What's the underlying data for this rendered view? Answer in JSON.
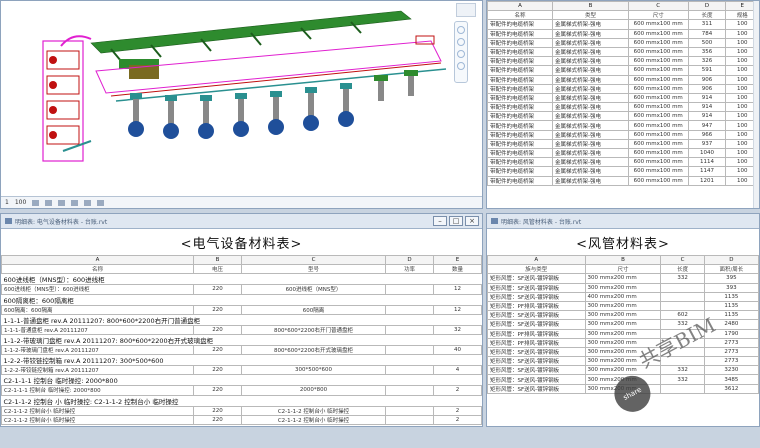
{
  "view3d": {
    "status_scale": "1",
    "status_zoom": "100"
  },
  "sched_bl": {
    "title_bar": "明细表: 电气设备材料表 - 台账.rvt",
    "title": "<电气设备材料表>",
    "letters": [
      "A",
      "B",
      "C",
      "D",
      "E"
    ],
    "headers": [
      "名称",
      "电压",
      "型号",
      "功率",
      "数量"
    ],
    "rows": [
      {
        "type": "grp",
        "text": "600进线柜（MNS型）：600进线柜"
      },
      {
        "type": "row",
        "cells": [
          "600进线柜（MNS型）：600进线柜",
          "220",
          "600进线柜（MNS型）",
          "",
          "12"
        ]
      },
      {
        "type": "grp",
        "text": "600隔离柜：600隔离柜"
      },
      {
        "type": "row",
        "cells": [
          "600隔离：600隔离",
          "220",
          "600隔离",
          "",
          "12"
        ]
      },
      {
        "type": "grp",
        "text": "1-1-1-普通盘柜 rev.A 20111207: 800*600*2200右开门普通盘柜"
      },
      {
        "type": "row",
        "cells": [
          "1-1-1-普通盘柜 rev.A 20111207",
          "220",
          "800*600*2200右开门普通盘柜",
          "",
          "32"
        ]
      },
      {
        "type": "grp",
        "text": "1-1-2-带玻璃门盘柜 rev.A 20111207: 800*600*2200右开式玻璃盘柜"
      },
      {
        "type": "row",
        "cells": [
          "1-1-2-带玻璃门盘柜 rev.A 20111207",
          "220",
          "800*600*2200右开式玻璃盘柜",
          "",
          "40"
        ]
      },
      {
        "type": "grp",
        "text": "1-2-2-带铰链控制箱 rev.A 20111207: 300*500*600"
      },
      {
        "type": "row",
        "cells": [
          "1-2-2-带铰链控制箱 rev.A 20111207",
          "220",
          "300*500*600",
          "",
          "4"
        ]
      },
      {
        "type": "grp",
        "text": "C2-1-1-1 控制台 临时操控: 2000*800"
      },
      {
        "type": "row",
        "cells": [
          "C2-1-1-1 控制台 临时操控: 2000*800",
          "220",
          "2000*800",
          "",
          "2"
        ]
      },
      {
        "type": "grp",
        "text": "C2-1-1-2 控制台 小 临时操控: C2-1-1-2 控制台小 临时操控"
      },
      {
        "type": "row",
        "cells": [
          "C2-1-1-2 控制台小 临时操控",
          "220",
          "C2-1-1-2 控制台小 临时操控",
          "",
          "2"
        ]
      },
      {
        "type": "row",
        "cells": [
          "C2-1-1-2 控制台小 临时操控",
          "220",
          "C2-1-1-2 控制台小 临时操控",
          "",
          "2"
        ]
      }
    ]
  },
  "sched_tr": {
    "letters": [
      "A",
      "B",
      "C",
      "D",
      "E"
    ],
    "headers": [
      "名称",
      "类型",
      "尺寸",
      "长度",
      "规格"
    ],
    "rows": [
      [
        "带配件的电缆桥架",
        "金属梯式桥架-强电",
        "600 mmx100 mm",
        "311",
        "100"
      ],
      [
        "带配件的电缆桥架",
        "金属梯式桥架-强电",
        "600 mmx100 mm",
        "784",
        "100"
      ],
      [
        "带配件的电缆桥架",
        "金属梯式桥架-强电",
        "600 mmx100 mm",
        "500",
        "100"
      ],
      [
        "带配件的电缆桥架",
        "金属梯式桥架-强电",
        "600 mmx100 mm",
        "356",
        "100"
      ],
      [
        "带配件的电缆桥架",
        "金属梯式桥架-强电",
        "600 mmx100 mm",
        "326",
        "100"
      ],
      [
        "带配件的电缆桥架",
        "金属梯式桥架-强电",
        "600 mmx100 mm",
        "591",
        "100"
      ],
      [
        "带配件的电缆桥架",
        "金属梯式桥架-强电",
        "600 mmx100 mm",
        "906",
        "100"
      ],
      [
        "带配件的电缆桥架",
        "金属梯式桥架-强电",
        "600 mmx100 mm",
        "906",
        "100"
      ],
      [
        "带配件的电缆桥架",
        "金属梯式桥架-强电",
        "600 mmx100 mm",
        "914",
        "100"
      ],
      [
        "带配件的电缆桥架",
        "金属梯式桥架-强电",
        "600 mmx100 mm",
        "914",
        "100"
      ],
      [
        "带配件的电缆桥架",
        "金属梯式桥架-强电",
        "600 mmx100 mm",
        "914",
        "100"
      ],
      [
        "带配件的电缆桥架",
        "金属梯式桥架-强电",
        "600 mmx100 mm",
        "947",
        "100"
      ],
      [
        "带配件的电缆桥架",
        "金属梯式桥架-强电",
        "600 mmx100 mm",
        "966",
        "100"
      ],
      [
        "带配件的电缆桥架",
        "金属梯式桥架-强电",
        "600 mmx100 mm",
        "937",
        "100"
      ],
      [
        "带配件的电缆桥架",
        "金属梯式桥架-强电",
        "600 mmx100 mm",
        "1040",
        "100"
      ],
      [
        "带配件的电缆桥架",
        "金属梯式桥架-强电",
        "600 mmx100 mm",
        "1114",
        "100"
      ],
      [
        "带配件的电缆桥架",
        "金属梯式桥架-强电",
        "600 mmx100 mm",
        "1147",
        "100"
      ],
      [
        "带配件的电缆桥架",
        "金属梯式桥架-强电",
        "600 mmx100 mm",
        "1201",
        "100"
      ]
    ]
  },
  "sched_br": {
    "title_bar": "明细表: 风管材料表 - 台账.rvt",
    "title": "<风管材料表>",
    "letters": [
      "A",
      "B",
      "C",
      "D"
    ],
    "headers": [
      "族与类型",
      "尺寸",
      "长度",
      "面积/周长"
    ],
    "rows": [
      [
        "矩形风管：SF送风-镀锌钢板",
        "300 mmx200 mm",
        "332",
        "395"
      ],
      [
        "矩形风管：SF送风-镀锌钢板",
        "300 mmx200 mm",
        "",
        "393"
      ],
      [
        "矩形风管：SF送风-镀锌钢板",
        "400 mmx200 mm",
        "",
        "1135"
      ],
      [
        "矩形风管：PF排风-镀锌钢板",
        "300 mmx200 mm",
        "",
        "1135"
      ],
      [
        "矩形风管：SF送风-镀锌钢板",
        "300 mmx200 mm",
        "602",
        "1135"
      ],
      [
        "矩形风管：SF送风-镀锌钢板",
        "300 mmx200 mm",
        "332",
        "2480"
      ],
      [
        "矩形风管：PF排风-镀锌钢板",
        "300 mmx200 mm",
        "",
        "1790"
      ],
      [
        "矩形风管：PF排风-镀锌钢板",
        "300 mmx200 mm",
        "",
        "2773"
      ],
      [
        "矩形风管：SF送风-镀锌钢板",
        "300 mmx200 mm",
        "",
        "2773"
      ],
      [
        "矩形风管：SF送风-镀锌钢板",
        "300 mmx200 mm",
        "",
        "2773"
      ],
      [
        "矩形风管：SF送风-镀锌钢板",
        "300 mmx200 mm",
        "332",
        "3230"
      ],
      [
        "矩形风管：SF送风-镀锌钢板",
        "300 mmx200 mm",
        "332",
        "3485"
      ],
      [
        "矩形风管：SF送风-镀锌钢板",
        "300 mmx200 mm",
        "",
        "3612"
      ]
    ]
  },
  "watermark": {
    "text": "共享BIM",
    "badge": "share"
  },
  "colors": {
    "pipe_green": "#2e8b2e",
    "pipe_magenta": "#e020d0",
    "pipe_teal": "#2a9090",
    "pump_blue": "#1f4f9a"
  }
}
